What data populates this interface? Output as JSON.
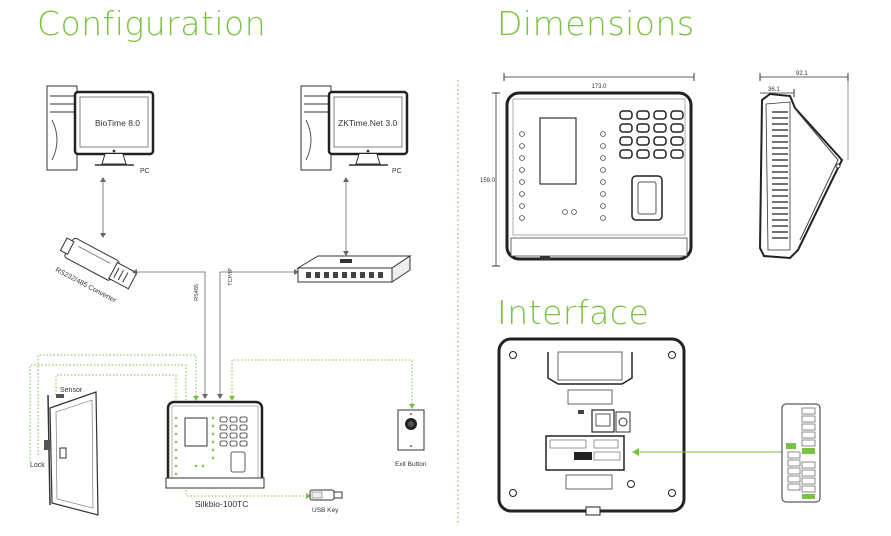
{
  "headings": {
    "configuration": "Configuration",
    "dimensions": "Dimensions",
    "interface": "Interface"
  },
  "configuration": {
    "pc1_software": "BioTime 8.0",
    "pc2_software": "ZKTime.Net 3.0",
    "pc1_label": "PC",
    "pc2_label": "PC",
    "converter_label": "RS232/485 Converter",
    "rs485_label": "RS485",
    "tcpip_label": "TCP/IP",
    "sensor_label": "Sensor",
    "lock_label": "Lock",
    "device_label": "Silkbio-100TC",
    "usb_label": "USB Key",
    "exit_button_label": "Exit Button"
  },
  "dimensions": {
    "width": "173.0",
    "height": "159.0",
    "depth": "92.1",
    "depth_partial": "36.1"
  },
  "colors": {
    "accent_green": "#7cc242",
    "line_gray": "#555555"
  }
}
